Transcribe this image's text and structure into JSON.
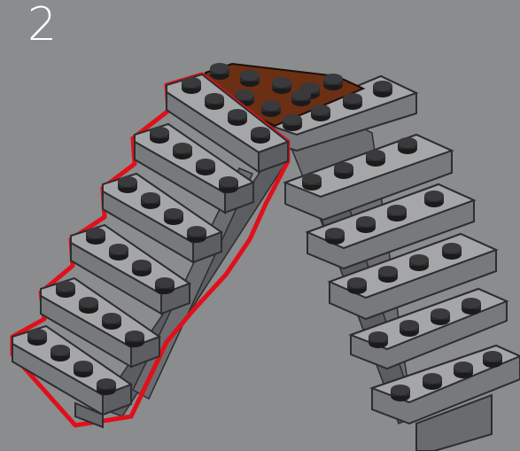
{
  "step": {
    "number": "2"
  },
  "scene": {
    "description_icon": "lego-staircase-illustration",
    "colors": {
      "background": "#8a8c8e",
      "brick_gray": "#7b7c7e",
      "brick_top": "#a5a6a8",
      "brick_dark": "#56575a",
      "stud": "#2a2a2c",
      "highlight_outline": "#e0101a",
      "corner_plate": "#6b2f14"
    },
    "left_flight_highlighted": true,
    "left_steps": 6,
    "right_steps": 6
  }
}
